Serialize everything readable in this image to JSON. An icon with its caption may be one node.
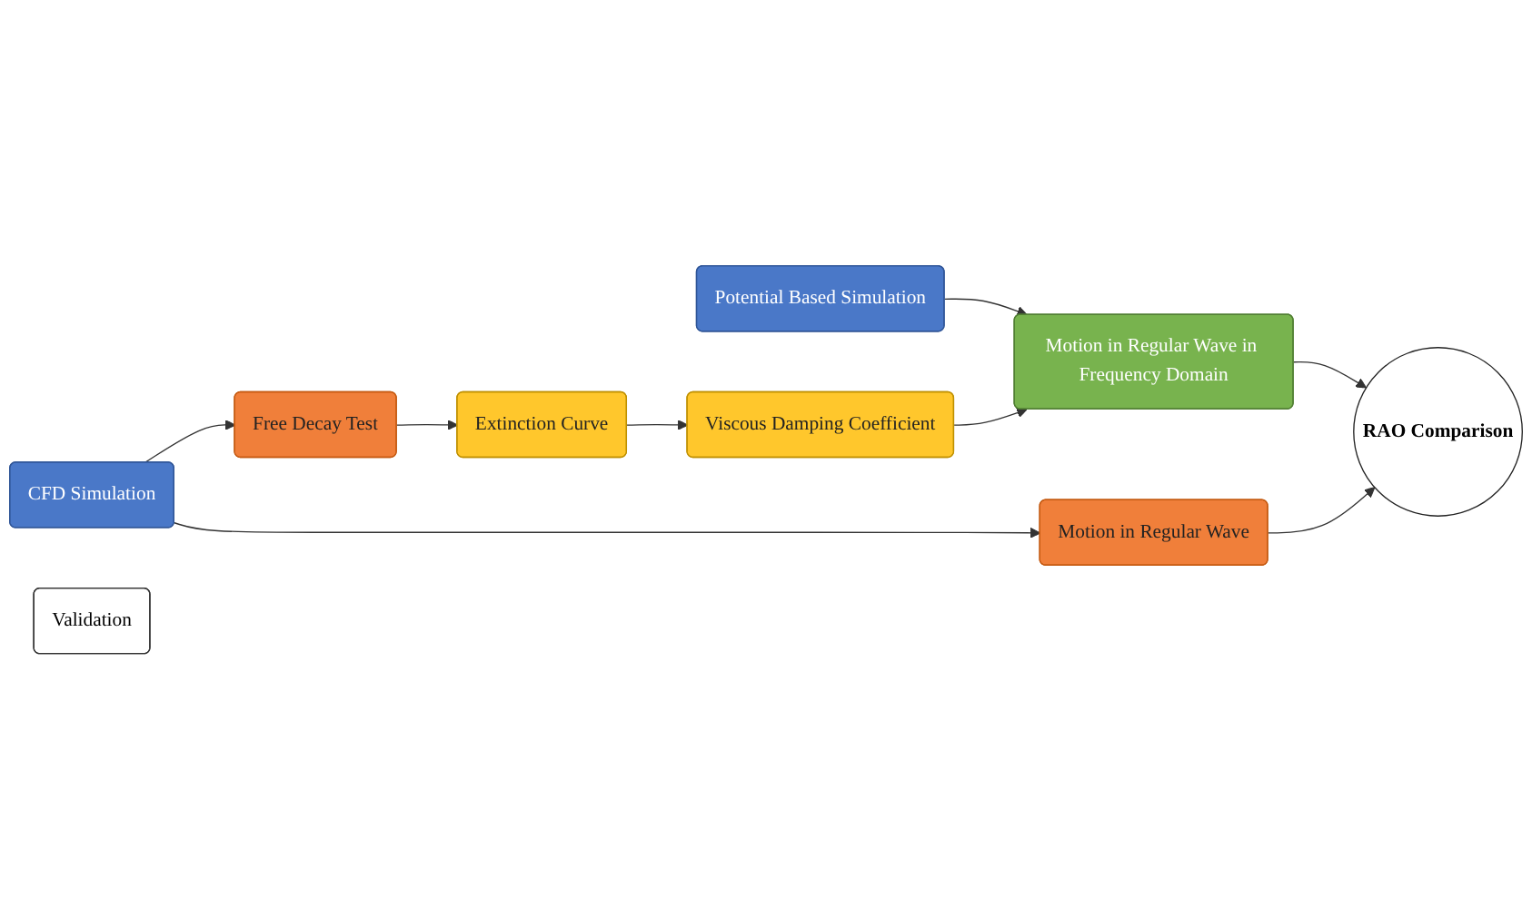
{
  "diagram": {
    "nodes": [
      {
        "text": [
          "Potential Based Simulation"
        ]
      },
      {
        "text": [
          "Motion in Regular Wave in Frequency Domain"
        ]
      },
      {
        "text": [
          "RAO Comparison"
        ]
      },
      {
        "text": [
          "Viscous Damping Coefficient"
        ]
      },
      {
        "text": [
          "CFD Simulation"
        ]
      },
      {
        "text": [
          "Free Decay Test"
        ]
      },
      {
        "text": [
          "Extinction Curve"
        ]
      },
      {
        "text": [
          "Validation"
        ]
      },
      {
        "text": [
          "Motion in Regular Wave"
        ]
      }
    ],
    "edges": [
      {
        "from": 0,
        "to": 1,
        "arrow": "to"
      },
      {
        "from": 1,
        "to": 2,
        "arrow": "to"
      },
      {
        "from": 3,
        "to": 1,
        "arrow": "to"
      },
      {
        "from": 4,
        "to": 5,
        "arrow": "to"
      },
      {
        "from": 5,
        "to": 6,
        "arrow": "to"
      },
      {
        "from": 6,
        "to": 3,
        "arrow": "to"
      },
      {
        "from": 4,
        "to": 8,
        "arrow": "to"
      },
      {
        "from": 8,
        "to": 2,
        "arrow": "to"
      }
    ]
  }
}
